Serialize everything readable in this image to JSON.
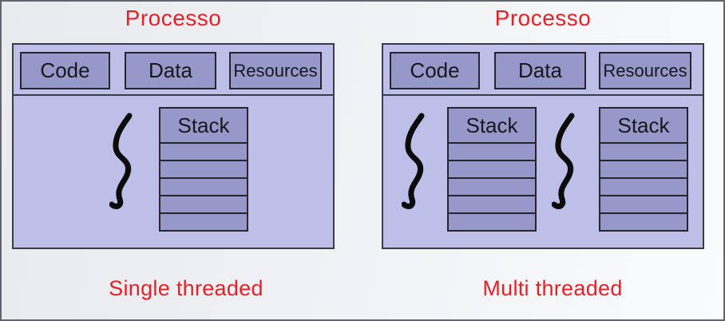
{
  "panels": [
    {
      "title": "Processo",
      "caption": "Single threaded",
      "boxes": [
        "Code",
        "Data",
        "Resources"
      ],
      "stack_label": "Stack",
      "stack_rows": 5,
      "stack_count": 1,
      "thread_count": 1
    },
    {
      "title": "Processo",
      "caption": "Multi threaded",
      "boxes": [
        "Code",
        "Data",
        "Resources"
      ],
      "stack_label": "Stack",
      "stack_rows": 5,
      "stack_count": 2,
      "thread_count": 2
    }
  ],
  "colors": {
    "label_red": "#ea2027",
    "panel_fill": "#bdbfe9",
    "box_fill": "#9698c9",
    "box_border": "#26262f",
    "panel_border": "#3b3b49",
    "thread_color": "#0b0b0b",
    "bg_start": "#e9eaee",
    "bg_end": "#f9fbfc",
    "canvas_border": "#61656d",
    "text_dark": "#17171d"
  }
}
